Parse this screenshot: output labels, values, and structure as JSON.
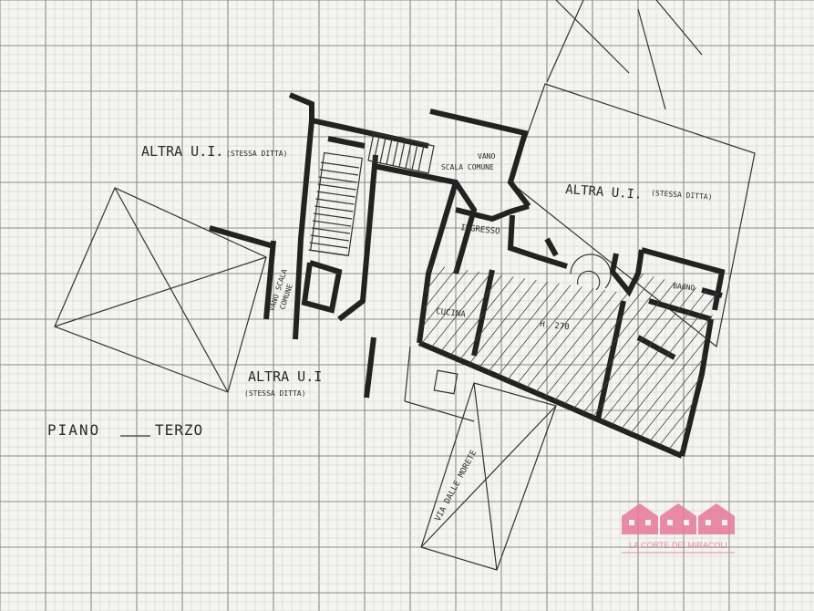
{
  "labels": {
    "altra_ui_left": "ALTRA U.I.",
    "stessa_ditta_left": "(STESSA DITTA)",
    "altra_ui_right": "ALTRA U.I.",
    "stessa_ditta_right": "(STESSA DITTA)",
    "altra_ui_bottom": "ALTRA U.I",
    "stessa_ditta_bottom": "(STESSA DITTA)",
    "vano_scala_comune_top_1": "VANO",
    "vano_scala_comune_top_2": "SCALA COMUNE",
    "vano_scala_side_1": "VANO SCALA",
    "vano_scala_side_2": "COMUNE",
    "ingresso": "INGRESSO",
    "cucina": "CUCINA",
    "bagno": "BAGNO",
    "height": "H. 270",
    "street": "VIA DALLE MORETE",
    "floor_piano": "PIANO",
    "floor_terzo": "TERZO"
  },
  "watermark": {
    "text": "LA CORTE DEI MIRACOLI",
    "color": "#e8799a"
  },
  "colors": {
    "paper": "#f4f4f1",
    "grid_major": "#8a8a8a",
    "grid_minor": "#c9c9c5",
    "ink": "#222222"
  }
}
